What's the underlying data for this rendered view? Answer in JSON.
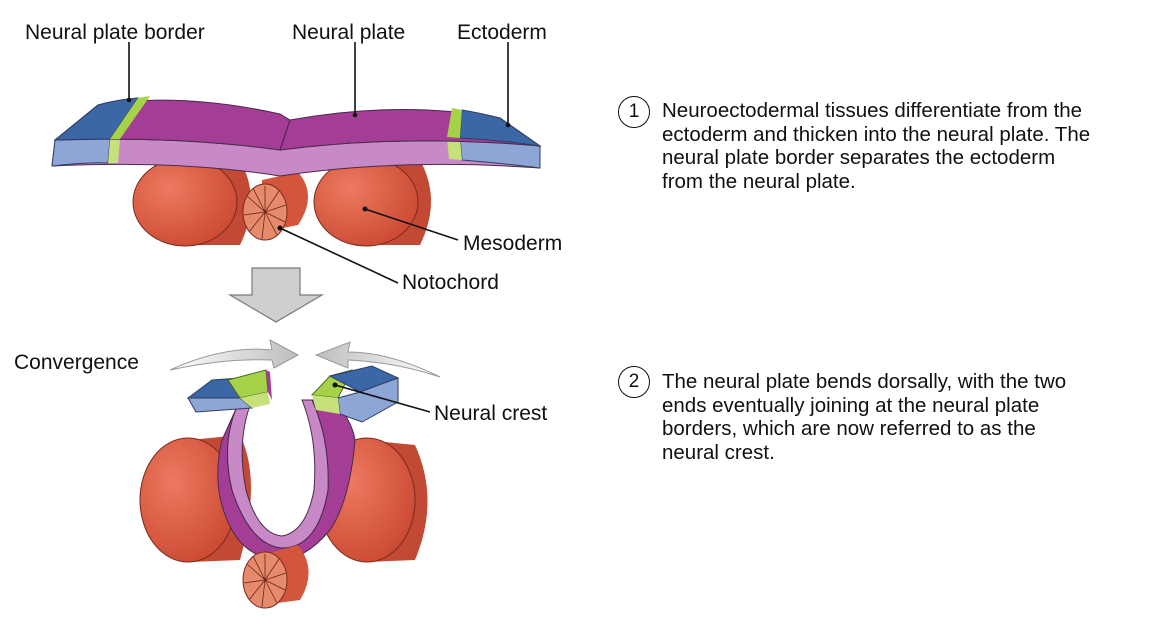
{
  "labels": {
    "neural_plate_border": "Neural plate border",
    "neural_plate": "Neural plate",
    "ectoderm": "Ectoderm",
    "mesoderm": "Mesoderm",
    "notochord": "Notochord",
    "convergence": "Convergence",
    "neural_crest": "Neural crest"
  },
  "steps": [
    {
      "number": "1",
      "lines": [
        "Neuroectodermal tissues differentiate from the",
        "ectoderm and thicken into the neural plate. The",
        "neural plate border separates the ectoderm",
        "from the neural plate."
      ]
    },
    {
      "number": "2",
      "lines": [
        "The neural plate bends dorsally, with the two",
        "ends eventually joining at the neural plate",
        "borders, which are now referred to as the",
        "neural crest."
      ]
    }
  ],
  "colors": {
    "ectoderm": "#3b67a6",
    "ectoderm_side": "#8ea6d6",
    "neural_plate": "#a43d96",
    "neural_plate_side": "#c88ac6",
    "neural_crest": "#a6d24a",
    "mesoderm": "#d9533c",
    "mesoderm_dark": "#b63b26",
    "notochord": "#e07a58",
    "arrow_gray": "#c9c9c9"
  }
}
